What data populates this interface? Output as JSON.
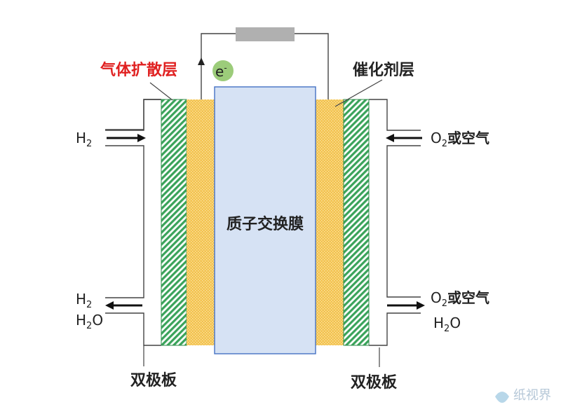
{
  "labels": {
    "gas_diffusion_layer": "气体扩散层",
    "catalyst_layer": "催化剂层",
    "membrane": "质子交换膜",
    "bipolar_plate_left": "双极板",
    "bipolar_plate_right": "双极板",
    "electron": "e",
    "electron_sup": "-"
  },
  "gases": {
    "left_in": {
      "main": "H",
      "sub": "2",
      "tail": ""
    },
    "left_out_1": {
      "main": "H",
      "sub": "2",
      "tail": ""
    },
    "left_out_2": {
      "pre": "H",
      "sub": "2",
      "tail": "O"
    },
    "right_in": {
      "main": "O",
      "sub": "2",
      "tail": "或空气"
    },
    "right_out_1": {
      "main": "O",
      "sub": "2",
      "tail": "或空气"
    },
    "right_out_2": {
      "pre": "H",
      "sub": "2",
      "tail": "O"
    }
  },
  "watermark": "纸视界",
  "colors": {
    "red_label": "#e02020",
    "diffusion_green": "#3aa35a",
    "catalyst_yellow": "#f3c24f",
    "membrane_fill": "#d6e2f4",
    "membrane_stroke": "#4472c4",
    "electron_fill": "#9ccc7a",
    "resistor": "#b0b0b0"
  }
}
